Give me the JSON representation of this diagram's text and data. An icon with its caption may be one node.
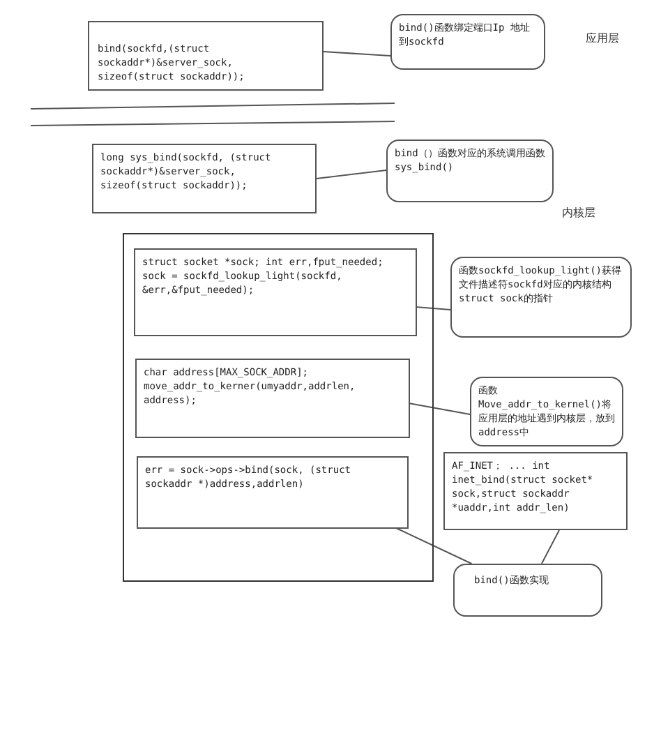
{
  "diagram": {
    "nodes": [
      {
        "text": [
          "bind(sockfd,(struct sockaddr*)&server_sock, sizeof(struct sockaddr));"
        ]
      },
      {
        "text": [
          "bind()函数绑定端口Ip 地址到sockfd"
        ]
      },
      {
        "text": [
          "long sys_bind(sockfd, (struct sockaddr*)&server_sock, sizeof(struct sockaddr));"
        ]
      },
      {
        "text": [
          "bind（）函数对应的系统调用函数sys_bind()"
        ]
      },
      {
        "text": [],
        "shape": "box"
      },
      {
        "text": [
          "struct socket *sock; int err,fput_needed; sock = sockfd_lookup_light(sockfd, &err,&fput_needed);"
        ],
        "in": 4
      },
      {
        "text": [
          "函数sockfd_lookup_light()获得文件描述符sockfd对应的内核结构struct sock的指针"
        ]
      },
      {
        "text": [
          "char address[MAX_SOCK_ADDR]; move_addr_to_kerner(umyaddr,addrlen, address);"
        ],
        "in": 4
      },
      {
        "text": [
          "函数Move_addr_to_kernel()将应用层的地址遇到内核层，放到address中"
        ]
      },
      {
        "text": [
          "err = sock->ops->bind(sock, (struct sockaddr *)address,addrlen)"
        ],
        "in": 4
      },
      {
        "text": [
          "AF_INET； ... int inet_bind(struct socket* sock,struct sockaddr *uaddr,int addr_len)"
        ]
      },
      {
        "text": [
          "bind()函数实现"
        ]
      }
    ],
    "edges": [
      {
        "from": 0,
        "to": 1,
        "arrow": "none"
      },
      {
        "from": 2,
        "to": 3,
        "arrow": "none"
      },
      {
        "from": 5,
        "to": 6,
        "arrow": "none"
      },
      {
        "from": 7,
        "to": 8,
        "arrow": "none"
      },
      {
        "from": 9,
        "to": 11,
        "arrow": "none"
      },
      {
        "from": 10,
        "to": 11,
        "arrow": "none"
      }
    ],
    "labels": [
      "应用层",
      "内核层"
    ]
  }
}
